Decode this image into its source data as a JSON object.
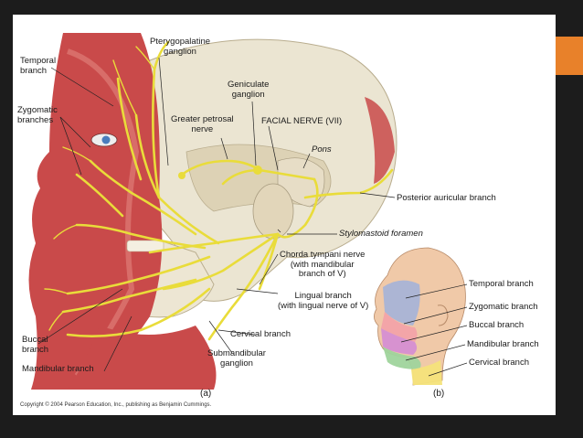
{
  "labels": {
    "temporal_branch": "Temporal\nbranch",
    "zygomatic_branches": "Zygomatic\nbranches",
    "pterygopalatine_ganglion": "Pterygopalatine\nganglion",
    "geniculate_ganglion": "Geniculate\nganglion",
    "greater_petrosal_nerve": "Greater petrosal\nnerve",
    "facial_nerve": "FACIAL NERVE (VII)",
    "pons": "Pons",
    "posterior_auricular_branch": "Posterior auricular branch",
    "stylomastoid_foramen": "Stylomastoid foramen",
    "chorda_tympani_nerve": "Chorda tympani nerve\n(with mandibular\nbranch of V)",
    "lingual_branch": "Lingual branch\n(with lingual nerve of V)",
    "buccal_branch": "Buccal\nbranch",
    "mandibular_branch": "Mandibular branch",
    "cervical_branch": "Cervical branch",
    "submandibular_ganglion": "Submandibular\nganglion",
    "caption_a": "(a)",
    "b_temporal_branch": "Temporal branch",
    "b_zygomatic_branch": "Zygomatic branch",
    "b_buccal_branch": "Buccal branch",
    "b_mandibular_branch": "Mandibular branch",
    "b_cervical_branch": "Cervical branch",
    "caption_b": "(b)",
    "copyright": "Copyright © 2004 Pearson Education, Inc., publishing as Benjamin Cummings."
  },
  "colors": {
    "accent": "#e8812a",
    "background": "#1c1c1c",
    "nerve": "#e9dc3a",
    "muscle": "#c94a4a",
    "bone": "#e9e3cf",
    "region_temporal": "#a8b4d6",
    "region_zygomatic": "#f2a3a8",
    "region_buccal": "#d58fd2",
    "region_mandibular": "#9fd49c",
    "region_cervical": "#f4e37a"
  }
}
